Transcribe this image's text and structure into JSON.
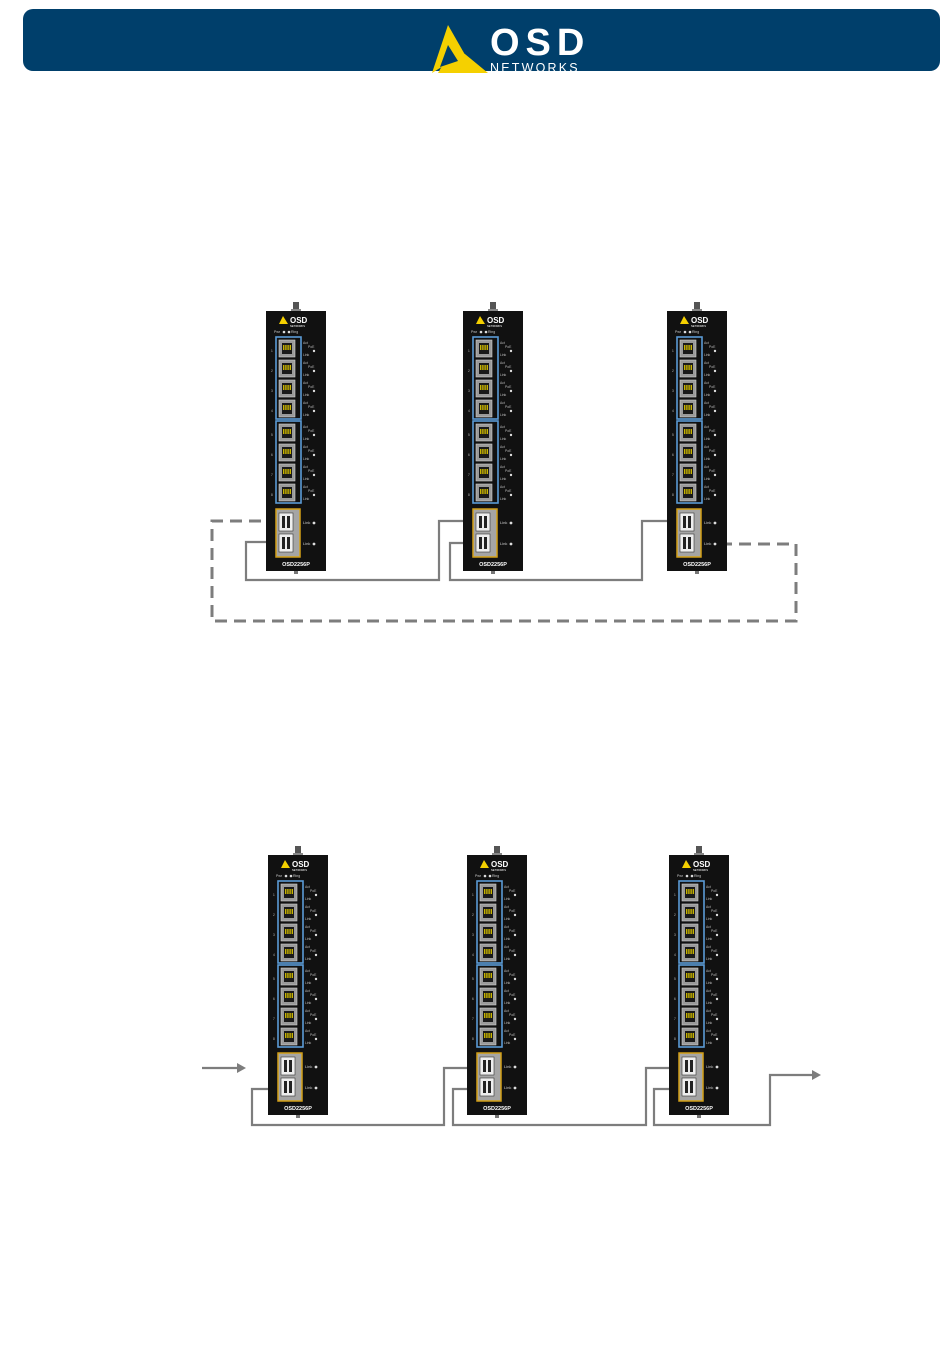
{
  "header": {
    "brand": "OSD",
    "sub_brand": "NETWORKS",
    "background": "#003f6b",
    "accent": "#f5d000"
  },
  "switch": {
    "model": "OSD2256P",
    "logo_text": "OSD",
    "logo_sub": "NETWORKS",
    "led_pwr": "Pwr",
    "led_ring": "Ring",
    "port_led_top": "Act",
    "port_led_poe": "PoE",
    "port_led_link": "Link",
    "sfp_link": "Link"
  },
  "diagrams": [
    {
      "name": "ring-topology",
      "switches": 3,
      "redundant_link": "dashed"
    },
    {
      "name": "chain-topology",
      "switches": 3,
      "input_arrow": true,
      "output_arrow": true
    }
  ]
}
